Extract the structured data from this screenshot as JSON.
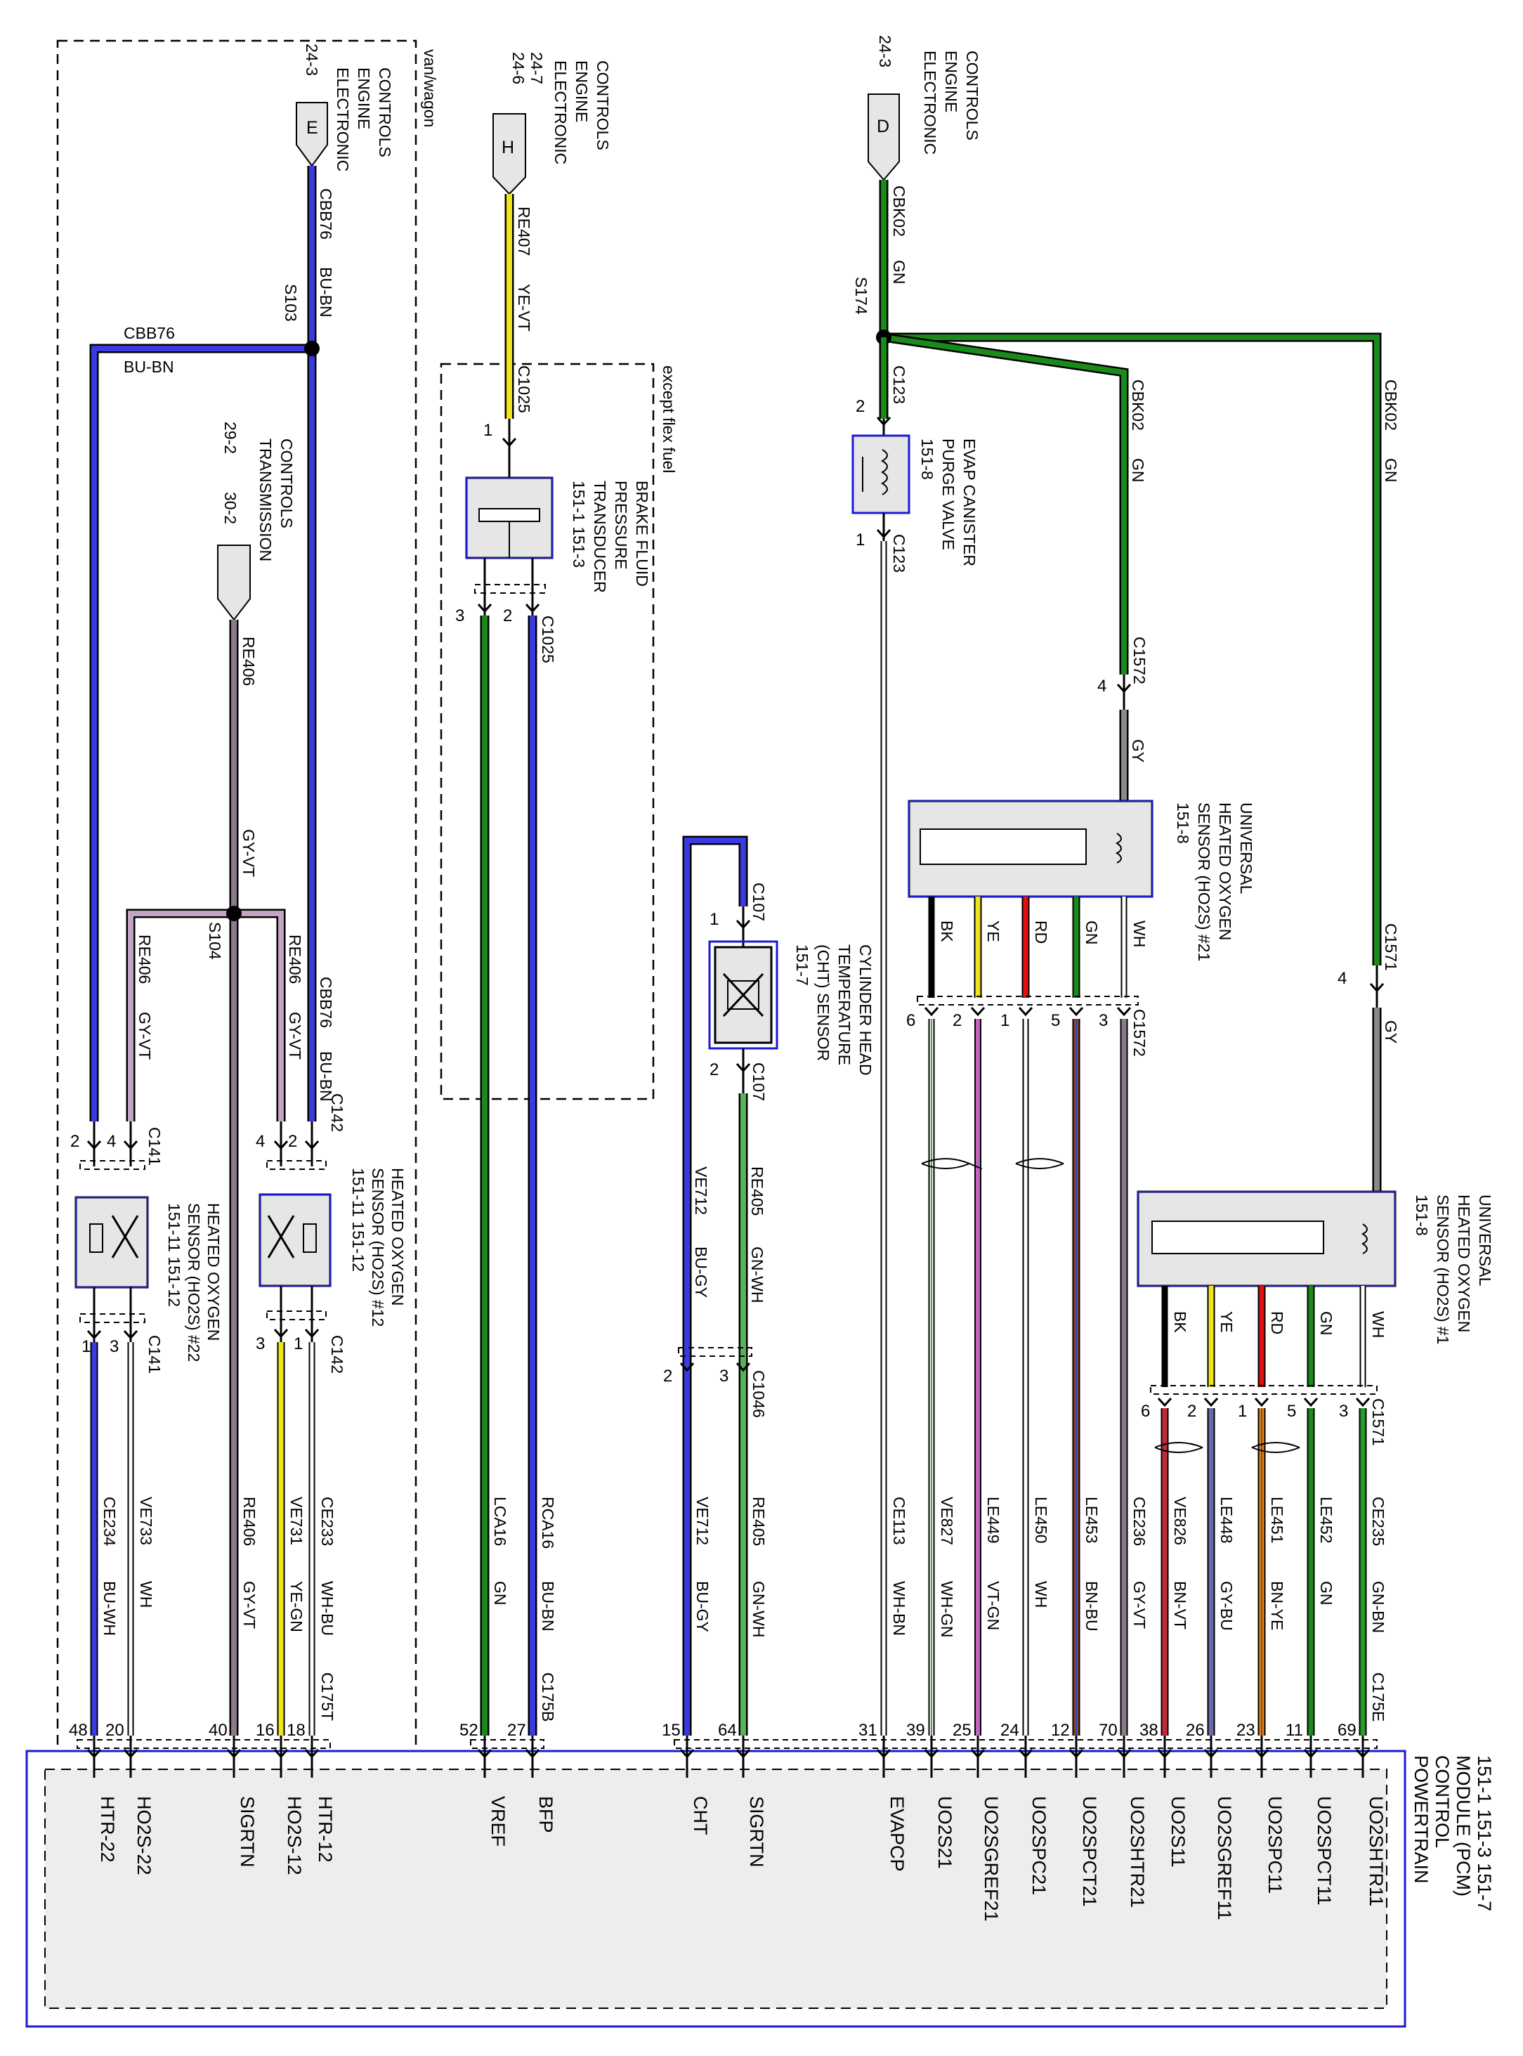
{
  "colors": {
    "BU": "#1a1ad6",
    "GN": "#1a8a1a",
    "YE": "#f0e41a",
    "GY": "#8a8a8a",
    "GYVT": "#8c7a8c",
    "WH": "#ffffff",
    "BK": "#000000",
    "RD": "#e01010",
    "BN": "#8a4a1a",
    "VT": "#c064c0",
    "pcm_fill": "#ededed",
    "pcm_border": "#1a1ad6"
  },
  "diagram": {
    "region_label": "van/wagon",
    "region2_label": "except flex fuel",
    "pcm": {
      "title": [
        "POWERTRAIN",
        "CONTROL",
        "MODULE (PCM)",
        "151-1  151-3  151-7"
      ]
    },
    "refs": [
      {
        "letter": "E",
        "pages": [
          "24-3"
        ],
        "text": [
          "ELECTRONIC",
          "ENGINE",
          "CONTROLS"
        ]
      },
      {
        "letter": "H",
        "pages": [
          "24-6",
          "24-7"
        ],
        "text": [
          "ELECTRONIC",
          "ENGINE",
          "CONTROLS"
        ]
      },
      {
        "letter": "D",
        "pages": [
          "24-3"
        ],
        "text": [
          "ELECTRONIC",
          "ENGINE",
          "CONTROLS"
        ]
      },
      {
        "letter": "",
        "pages": [
          "29-2",
          "30-2"
        ],
        "text": [
          "TRANSMISSION",
          "CONTROLS"
        ]
      }
    ],
    "components": {
      "ho2s22": [
        "HEATED OXYGEN",
        "SENSOR (HO2S) #22",
        "151-11   151-12"
      ],
      "ho2s12": [
        "HEATED OXYGEN",
        "SENSOR (HO2S) #12",
        "151-11   151-12"
      ],
      "bfp": [
        "BRAKE FLUID",
        "PRESSURE",
        "TRANSDUCER",
        "151-1  151-3"
      ],
      "cht": [
        "CYLINDER HEAD",
        "TEMPERATURE",
        "(CHT) SENSOR",
        "151-7"
      ],
      "evap": [
        "EVAP CANISTER",
        "PURGE VALVE",
        "151-8"
      ],
      "uho21": [
        "UNIVERSAL",
        "HEATED OXYGEN",
        "SENSOR (HO2S) #21",
        "151-8"
      ],
      "uho11": [
        "UNIVERSAL",
        "HEATED OXYGEN",
        "SENSOR (HO2S) #1",
        "151-8"
      ]
    },
    "splices": [
      "S103",
      "S104",
      "S174"
    ],
    "connectors": [
      "C141",
      "C142",
      "C1025",
      "C107",
      "C1046",
      "C123",
      "C1572",
      "C1571",
      "C175T",
      "C175B",
      "C175E"
    ],
    "wire_labels": {
      "cbb76": "CBB76",
      "bubn": "BU-BN",
      "re406": "RE406",
      "gyvt": "GY-VT",
      "re407": "RE407",
      "yevt": "YE-VT",
      "cbk02": "CBK02",
      "gn": "GN",
      "gy": "GY",
      "ve712": "VE712",
      "re405": "RE405",
      "gnwh": "GN-WH",
      "bugy": "BU-GY",
      "bk": "BK",
      "ye": "YE",
      "rd": "RD",
      "wh": "WH"
    },
    "pcm_wires": [
      {
        "circuit": "CE234",
        "color": "BU-WH",
        "pin": "48",
        "signal": "HTR-22"
      },
      {
        "circuit": "VE733",
        "color": "WH",
        "pin": "20",
        "signal": "HO2S-22"
      },
      {
        "circuit": "RE406",
        "color": "GY-VT",
        "pin": "40",
        "signal": "SIGRTN"
      },
      {
        "circuit": "VE731",
        "color": "YE-GN",
        "pin": "16",
        "signal": "HO2S-12"
      },
      {
        "circuit": "CE233",
        "color": "WH-BU",
        "pin": "18",
        "signal": "HTR-12"
      },
      {
        "circuit": "LCA16",
        "color": "GN",
        "pin": "52",
        "signal": "VREF"
      },
      {
        "circuit": "RCA16",
        "color": "BU-BN",
        "pin": "27",
        "signal": "BFP"
      },
      {
        "circuit": "VE712",
        "color": "BU-GY",
        "pin": "15",
        "signal": "CHT"
      },
      {
        "circuit": "RE405",
        "color": "GN-WH",
        "pin": "64",
        "signal": "SIGRTN"
      },
      {
        "circuit": "CE113",
        "color": "WH-BN",
        "pin": "31",
        "signal": "EVAPCP"
      },
      {
        "circuit": "VE827",
        "color": "WH-GN",
        "pin": "39",
        "signal": "UO2S21"
      },
      {
        "circuit": "LE449",
        "color": "VT-GN",
        "pin": "25",
        "signal": "UO2SGREF21"
      },
      {
        "circuit": "LE450",
        "color": "WH",
        "pin": "24",
        "signal": "UO2SPC21"
      },
      {
        "circuit": "LE453",
        "color": "BN-BU",
        "pin": "12",
        "signal": "UO2SPCT21"
      },
      {
        "circuit": "CE236",
        "color": "GY-VT",
        "pin": "70",
        "signal": "UO2SHTR21"
      },
      {
        "circuit": "VE826",
        "color": "BN-VT",
        "pin": "38",
        "signal": "UO2S11"
      },
      {
        "circuit": "LE448",
        "color": "GY-BU",
        "pin": "26",
        "signal": "UO2SGREF11"
      },
      {
        "circuit": "LE451",
        "color": "BN-YE",
        "pin": "23",
        "signal": "UO2SPC11"
      },
      {
        "circuit": "LE452",
        "color": "GN",
        "pin": "11",
        "signal": "UO2SPCT11"
      },
      {
        "circuit": "CE235",
        "color": "GN-BN",
        "pin": "69",
        "signal": "UO2SHTR11"
      }
    ],
    "pins": {
      "ho2s22_top": [
        "2",
        "4"
      ],
      "ho2s22_bot": [
        "1",
        "3"
      ],
      "ho2s12_top": [
        "4",
        "2"
      ],
      "ho2s12_bot": [
        "3",
        "1"
      ],
      "bfp_top": "1",
      "bfp_bot": [
        "3",
        "2"
      ],
      "cht_top": "1",
      "cht_bot": "2",
      "c1046": [
        "2",
        "3"
      ],
      "evap": [
        "2",
        "1"
      ],
      "uho21_top": "4",
      "uho21_bot": [
        "6",
        "2",
        "1",
        "5",
        "3"
      ],
      "uho11_top": "4",
      "uho11_bot": [
        "6",
        "2",
        "1",
        "5",
        "3"
      ]
    }
  }
}
